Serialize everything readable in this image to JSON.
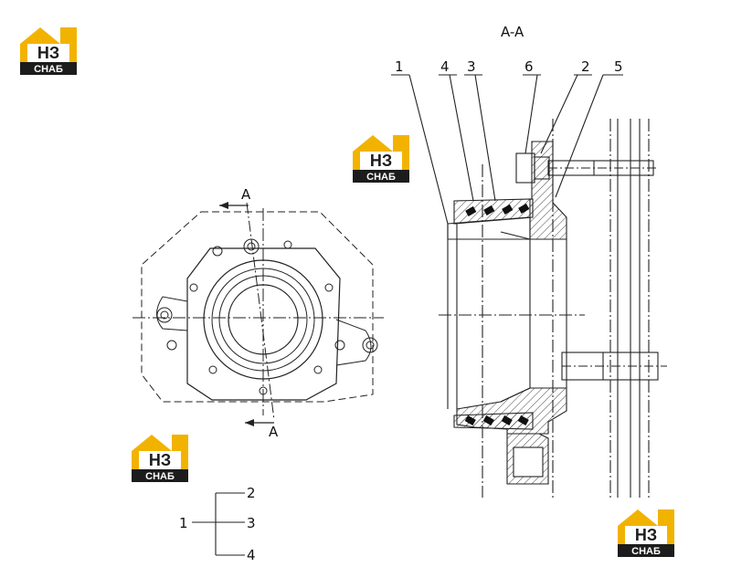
{
  "section_title": "A-A",
  "section_marks": {
    "top": "A",
    "bottom": "A"
  },
  "callouts": [
    "1",
    "4",
    "3",
    "6",
    "2",
    "5"
  ],
  "legend": {
    "parent": "1",
    "children": [
      "2",
      "3",
      "4"
    ]
  },
  "logo": {
    "big": "НЗ",
    "small": "СНАБ",
    "color": "#f2b300",
    "dark": "#1c1c1c"
  }
}
